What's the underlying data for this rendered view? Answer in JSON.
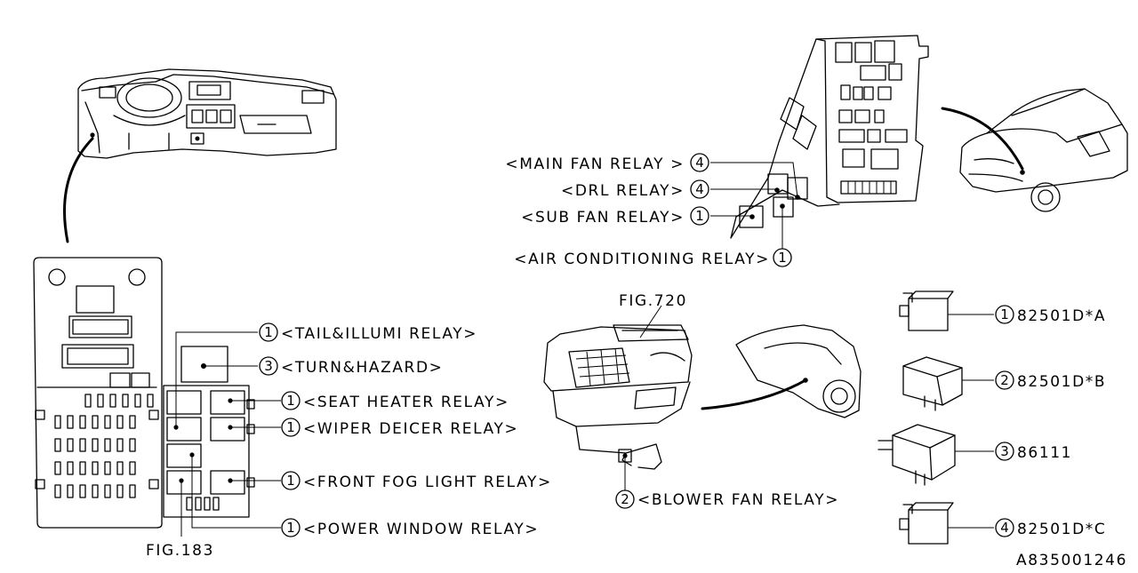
{
  "callouts": [
    {
      "label": "<MAIN FAN RELAY >",
      "num": "4"
    },
    {
      "label": "<DRL RELAY>",
      "num": "4"
    },
    {
      "label": "<SUB FAN RELAY>",
      "num": "1"
    },
    {
      "label": "<AIR CONDITIONING RELAY>",
      "num": "1"
    },
    {
      "label": "<TAIL&ILLUMI RELAY>",
      "num": "1"
    },
    {
      "label": "<TURN&HAZARD>",
      "num": "3"
    },
    {
      "label": "<SEAT HEATER RELAY>",
      "num": "1"
    },
    {
      "label": "<WIPER DEICER RELAY>",
      "num": "1"
    },
    {
      "label": "<FRONT FOG LIGHT RELAY>",
      "num": "1"
    },
    {
      "label": "<POWER WINDOW RELAY>",
      "num": "1"
    },
    {
      "label": "<BLOWER FAN RELAY>",
      "num": "2"
    }
  ],
  "parts": [
    {
      "num": "1",
      "part_number": "82501D*A"
    },
    {
      "num": "2",
      "part_number": "82501D*B"
    },
    {
      "num": "3",
      "part_number": "86111"
    },
    {
      "num": "4",
      "part_number": "82501D*C"
    }
  ],
  "figure_refs": [
    "FIG.720",
    "FIG.183"
  ],
  "diagram_id": "A835001246"
}
